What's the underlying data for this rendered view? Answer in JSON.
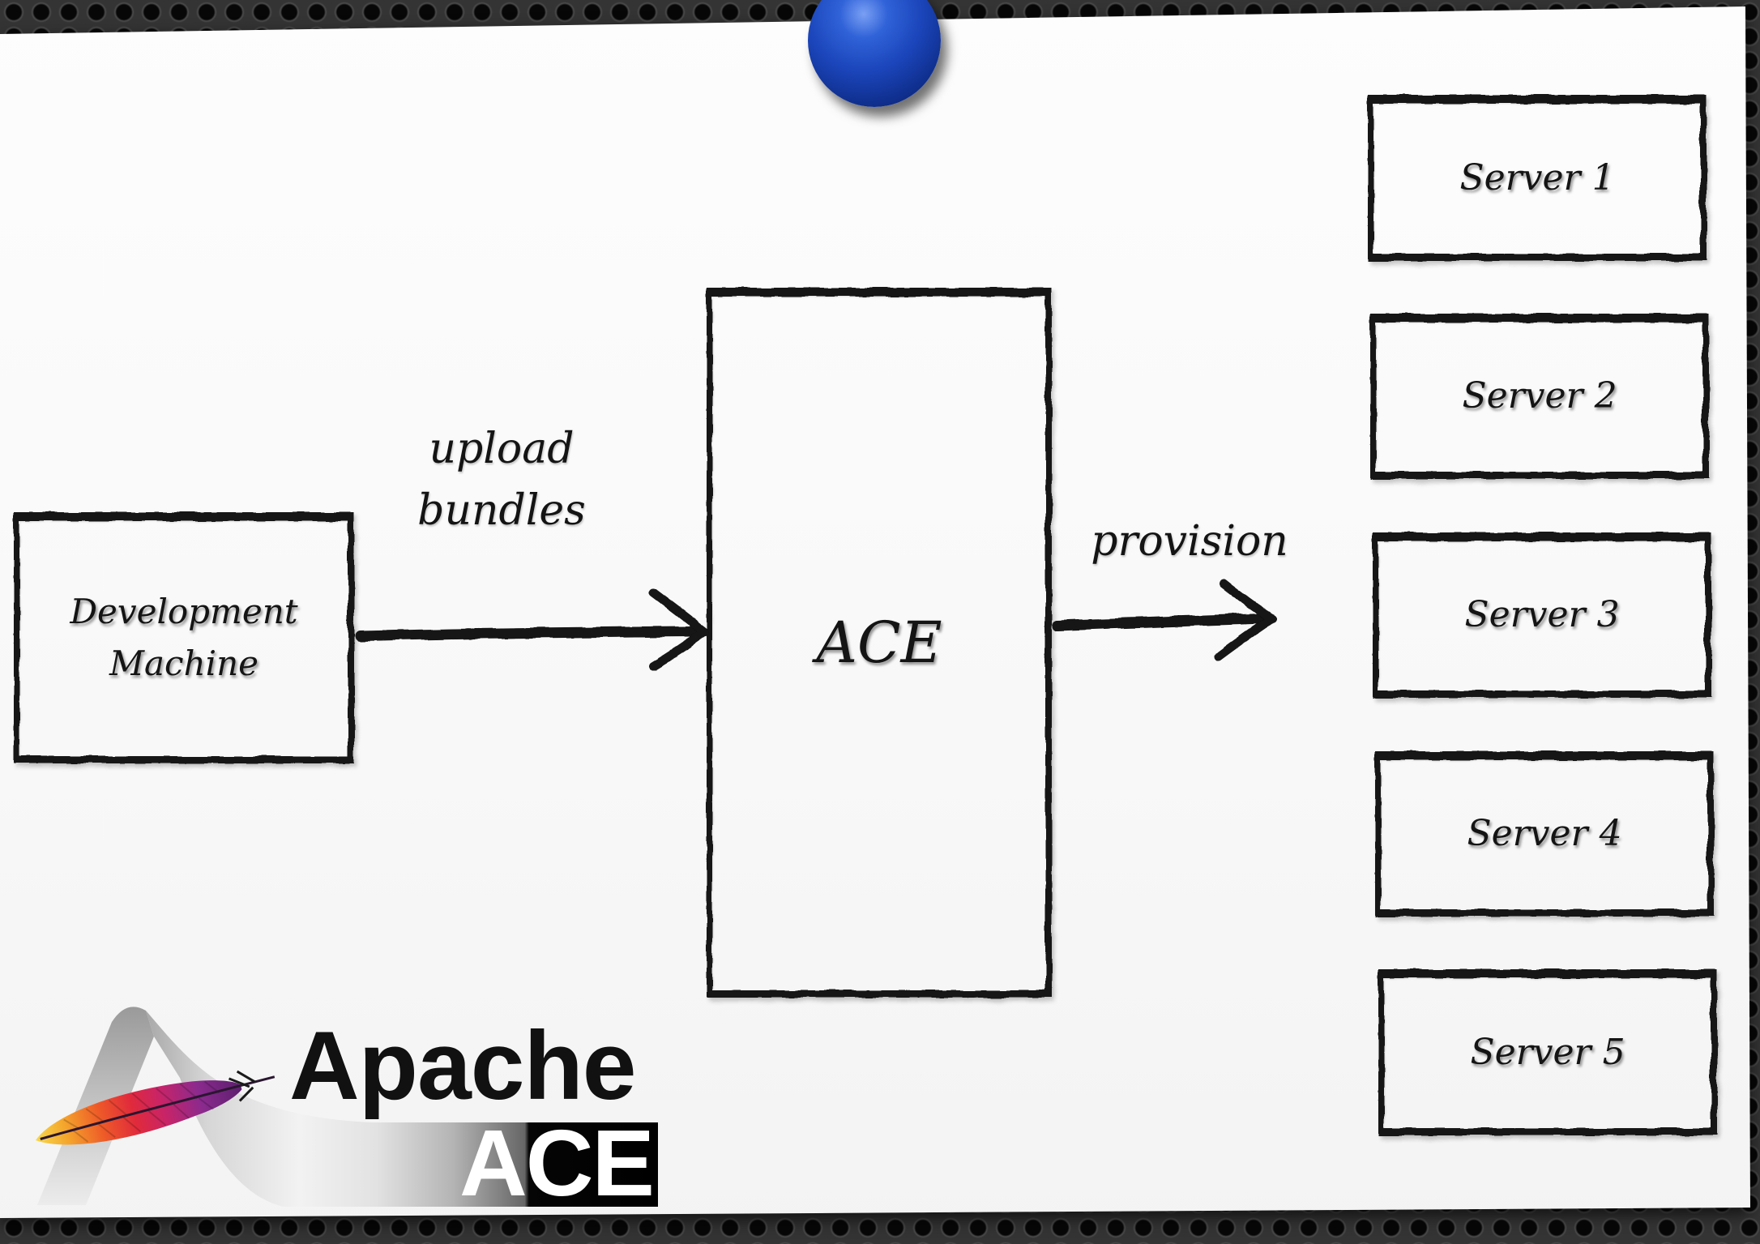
{
  "diagram": {
    "source_node": {
      "label": "Development Machine"
    },
    "upload_edge": {
      "label": "upload bundles"
    },
    "hub_node": {
      "label": "ACE"
    },
    "provision_edge": {
      "label": "provision"
    },
    "servers": [
      {
        "label": "Server 1"
      },
      {
        "label": "Server 2"
      },
      {
        "label": "Server 3"
      },
      {
        "label": "Server 4"
      },
      {
        "label": "Server 5"
      }
    ]
  },
  "logo": {
    "wordmark": "Apache",
    "product": "ACE"
  },
  "icons": {
    "pin": "push-pin-icon",
    "logo_mark": "apache-feather-icon"
  },
  "colors": {
    "ink": "#121212",
    "paper": "#fafafa",
    "board": "#343434",
    "pin_blue": "#1b45ba",
    "logo_black": "#000000"
  }
}
